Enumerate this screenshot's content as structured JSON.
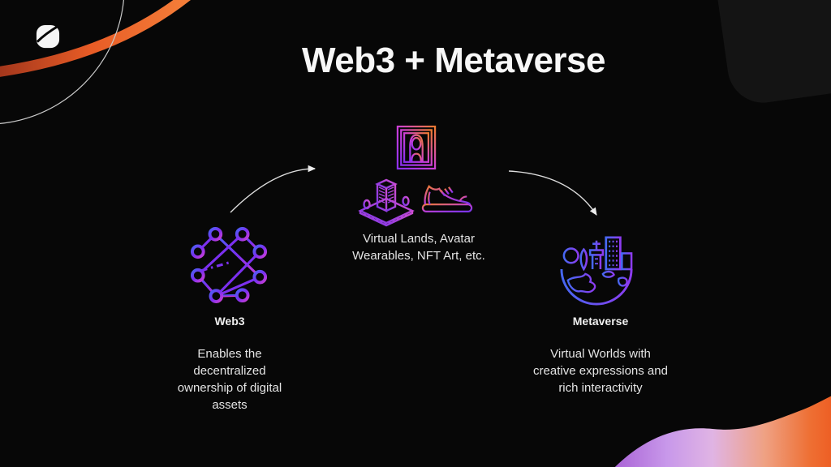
{
  "title": "Web3 + Metaverse",
  "logo": {
    "icon": "leaf-logo"
  },
  "flow": {
    "left": {
      "label": "Web3",
      "caption_lines": [
        "Enables the",
        "decentralized",
        "ownership of digital",
        "assets"
      ],
      "icon": "network-graph-icon"
    },
    "center": {
      "caption_lines": [
        "Virtual Lands, Avatar",
        "Wearables, NFT Art, etc."
      ],
      "icons": [
        "nft-art-frame-icon",
        "virtual-land-icon",
        "sneaker-icon"
      ]
    },
    "right": {
      "label": "Metaverse",
      "caption_lines": [
        "Virtual Worlds with",
        "creative expressions and",
        "rich interactivity"
      ],
      "icon": "globe-city-icon"
    }
  },
  "colors": {
    "background": "#070707",
    "corner_panel": "#141414",
    "title_text": "#f7f7f7",
    "body_text": "#e4e4e4",
    "swoosh_orange": "#f2692e",
    "gradient_blue": "#4a63f5",
    "gradient_violet": "#7b2ff0",
    "gradient_magenta": "#cd3fd6",
    "gradient_orange": "#ef7b30",
    "blob_purple": "#b678de",
    "blob_orange": "#ee5c24"
  }
}
